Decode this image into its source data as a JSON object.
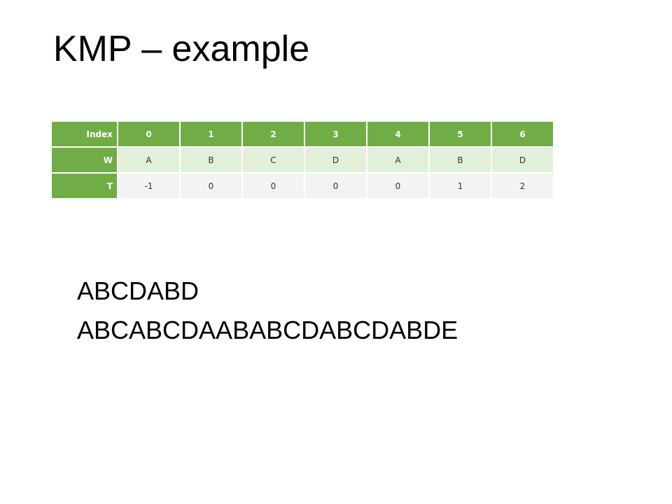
{
  "title": "KMP – example",
  "table": {
    "header_label": "Index",
    "indices": [
      "0",
      "1",
      "2",
      "3",
      "4",
      "5",
      "6"
    ],
    "rows": [
      {
        "label": "W",
        "cells": [
          "A",
          "B",
          "C",
          "D",
          "A",
          "B",
          "D"
        ]
      },
      {
        "label": "T",
        "cells": [
          "-1",
          "0",
          "0",
          "0",
          "0",
          "1",
          "2"
        ]
      }
    ]
  },
  "pattern": "ABCDABD",
  "text": "ABCABCDAABABCDABCDABDE",
  "colors": {
    "header_green": "#70ad47",
    "row_light_green": "#e2efda",
    "row_light_gray": "#f3f3f3"
  }
}
